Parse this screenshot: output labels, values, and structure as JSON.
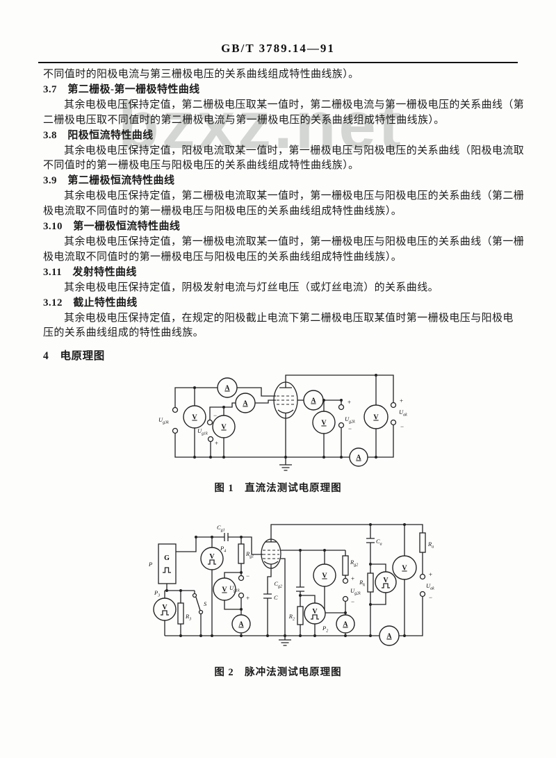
{
  "page": {
    "standard_code": "GB/T 3789.14—91",
    "watermark": "bzxz.net"
  },
  "content": {
    "lines": [
      {
        "text": "不同值时的阳极电流与第三栅极电压的关系曲线组成特性曲线族）。"
      },
      {
        "text": "3.7　第二栅极-第一栅极特性曲线"
      },
      {
        "text": "其余电极电压保持定值，第二栅极电压取某一值时，第二栅极电流与第一栅极电压的关系曲线（第"
      },
      {
        "text": "二栅极电压取不同值时的第二栅极电流与第一栅极电压的关系曲线组成特性曲线族）。"
      },
      {
        "text": "3.8　阳极恒流特性曲线"
      },
      {
        "text": "其余电极电压保持定值，阳极电流取某一值时，第一栅极电压与阳极电压的关系曲线（阳极电流取"
      },
      {
        "text": "不同值时的第一栅极电压与阳极电压的关系曲线组成特性曲线族）。"
      },
      {
        "text": "3.9　第二栅极恒流特性曲线"
      },
      {
        "text": "其余电极电压保持定值，第二栅极电流取某一值时，第一栅极电压与阳极电压的关系曲线（第二栅"
      },
      {
        "text": "极电流取不同值时的第一栅极电压与阳极电压的关系曲线组成特性曲线族）。"
      },
      {
        "text": "3.10　第一栅极恒流特性曲线"
      },
      {
        "text": "其余电极电压保持定值，第一栅极电流取某一值时，第一栅极电压与阳极电压的关系曲线（第一栅"
      },
      {
        "text": "极电流取不同值时的第一栅极电压与阳极电压的关系曲线组成特性曲线族）。"
      },
      {
        "text": "3.11　发射特性曲线"
      },
      {
        "text": "其余电极电压保持定值，阴极发射电流与灯丝电压（或灯丝电流）的关系曲线。"
      },
      {
        "text": "3.12　截止特性曲线"
      },
      {
        "text": "其余电极电压保持定值，在规定的阳极截止电流下第二栅极电压取某值时第一栅极电压与阳极电"
      },
      {
        "text": "压的关系曲线组成的特性曲线族。"
      }
    ],
    "section4_title": "4　电原理图"
  },
  "figures": {
    "meter": {
      "ammeter": "A",
      "voltmeter": "V"
    },
    "signs": {
      "plus": "+",
      "minus": "−"
    },
    "fig1": {
      "caption": "图 1　直流法测试电原理图",
      "labels": {
        "ug3k": {
          "base": "U",
          "sub": "g3k"
        },
        "ug1k": {
          "base": "U",
          "sub": "g1k"
        },
        "ug2k": {
          "base": "U",
          "sub": "g2k"
        },
        "uak": {
          "base": "U",
          "sub": "ak"
        }
      }
    },
    "fig2": {
      "caption": "图 2　脉冲法测试电原理图",
      "labels": {
        "p": "P",
        "g": "G",
        "s": "S",
        "c": "C",
        "p2": {
          "base": "P",
          "sub": "2"
        },
        "p3": {
          "base": "P",
          "sub": "3"
        },
        "p4": {
          "base": "P",
          "sub": "4"
        },
        "cg1": {
          "base": "C",
          "sub": "g1"
        },
        "rg1": {
          "base": "R",
          "sub": "g1"
        },
        "ug1k": {
          "base": "U",
          "sub": "g1k"
        },
        "r3": {
          "base": "R",
          "sub": "3"
        },
        "cg2": {
          "base": "C",
          "sub": "g2"
        },
        "r2": {
          "base": "R",
          "sub": "2"
        },
        "rg2": {
          "base": "R",
          "sub": "g2"
        },
        "ug2k": {
          "base": "U",
          "sub": "g2k"
        },
        "ca": {
          "base": "C",
          "sub": "a"
        },
        "rk": {
          "base": "R",
          "sub": "k"
        },
        "ra": {
          "base": "R",
          "sub": "a"
        },
        "uak": {
          "base": "U",
          "sub": "ak"
        }
      }
    }
  }
}
